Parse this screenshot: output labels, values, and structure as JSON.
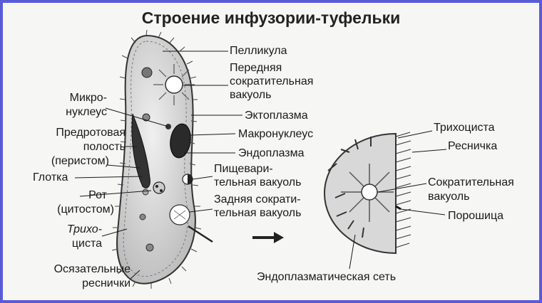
{
  "title": "Строение инфузории-туфельки",
  "labels": {
    "pellicle": "Пелликула",
    "anterior_vacuole_1": "Передняя",
    "anterior_vacuole_2": "сократительная",
    "anterior_vacuole_3": "вакуоль",
    "ectoplasm": "Эктоплазма",
    "macronucleus": "Макронуклеус",
    "endoplasm": "Эндоплазма",
    "digestive_vacuole_1": "Пищевари-",
    "digestive_vacuole_2": "тельная вакуоль",
    "posterior_vacuole_1": "Задняя сократи-",
    "posterior_vacuole_2": "тельная вакуоль",
    "micronucleus_1": "Микро-",
    "micronucleus_2": "нуклеус",
    "peristome_1": "Предротовая",
    "peristome_2": "полость",
    "peristome_3": "(перистом)",
    "pharynx": "Глотка",
    "mouth_1": "Рот",
    "mouth_2": "(цитостом)",
    "trichocyst_left_1": "Трихо-",
    "trichocyst_left_2": "циста",
    "tactile_cilia_1": "Осязательные",
    "tactile_cilia_2": "реснички",
    "trichocyst_right": "Трихоциста",
    "cilium": "Ресничка",
    "contractile_vacuole_1": "Сократительная",
    "contractile_vacuole_2": "вакуоль",
    "pore": "Порошица",
    "endoplasmic_network": "Эндоплазматическая сеть"
  },
  "colors": {
    "border": "#5a5ad8",
    "ink": "#1a1a1a",
    "background": "#f6f6f4"
  }
}
